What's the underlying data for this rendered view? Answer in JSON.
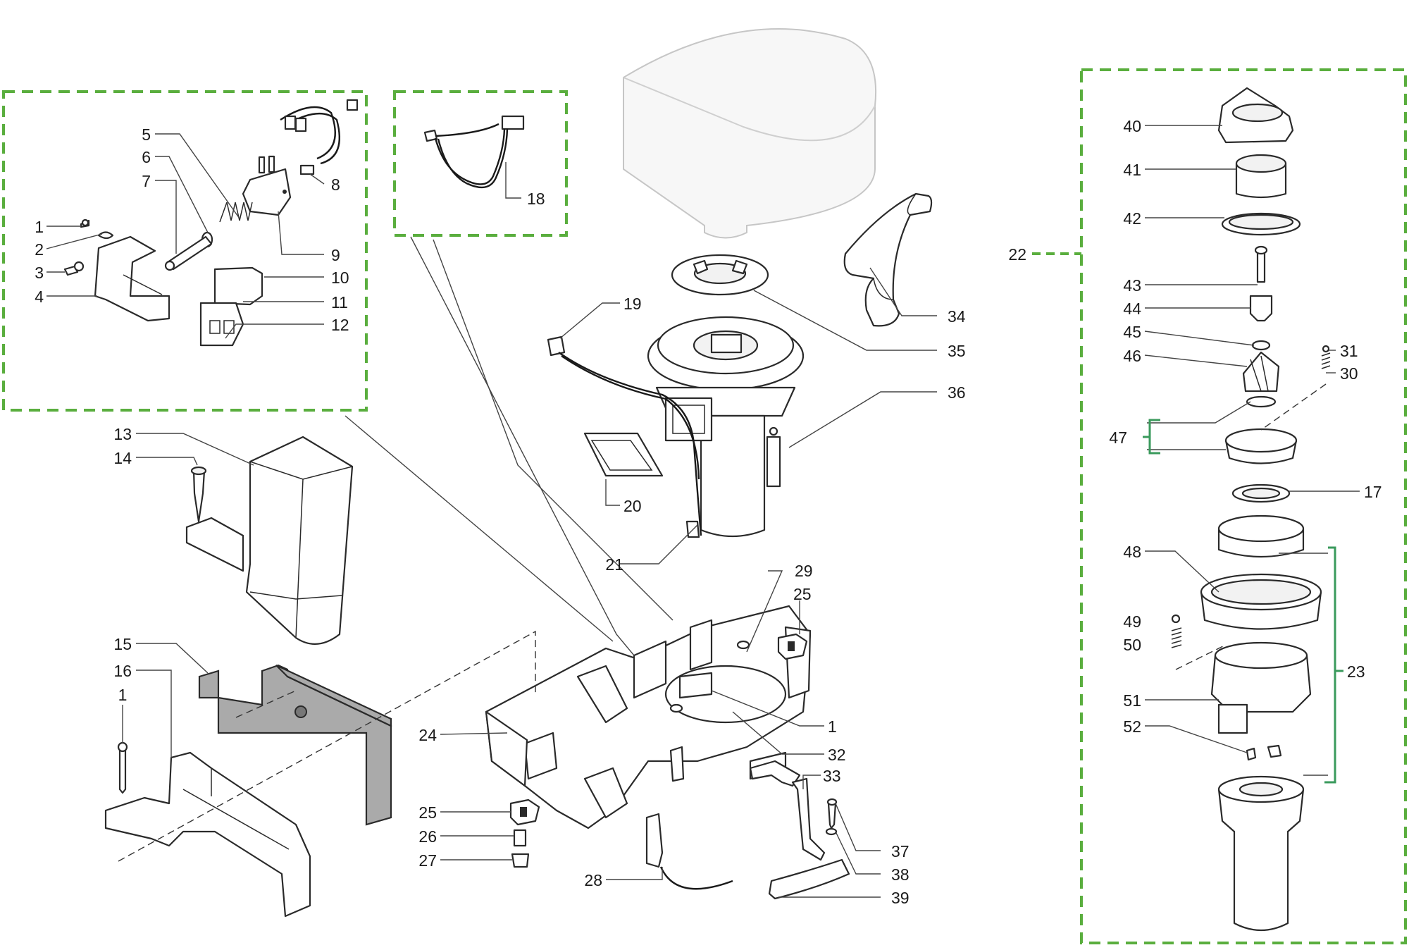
{
  "diagram": {
    "type": "exploded-parts-view",
    "accent_color": "#5aae3e",
    "bracket_color": "#3a9a5c",
    "part_labels": {
      "l1a": "1",
      "l2": "2",
      "l3": "3",
      "l4": "4",
      "l5": "5",
      "l6": "6",
      "l7": "7",
      "l8": "8",
      "l9": "9",
      "l10": "10",
      "l11": "11",
      "l12": "12",
      "l13": "13",
      "l14": "14",
      "l15": "15",
      "l16": "16",
      "l1b": "1",
      "l18": "18",
      "l19": "19",
      "l20": "20",
      "l21": "21",
      "l24": "24",
      "l25a": "25",
      "l25b": "25",
      "l26": "26",
      "l27": "27",
      "l28": "28",
      "l29": "29",
      "l1c": "1",
      "l32": "32",
      "l33": "33",
      "l34": "34",
      "l35": "35",
      "l36": "36",
      "l37": "37",
      "l38": "38",
      "l39": "39",
      "l22": "22",
      "l40": "40",
      "l41": "41",
      "l42": "42",
      "l43": "43",
      "l44": "44",
      "l45": "45",
      "l46": "46",
      "l31": "31",
      "l30": "30",
      "l47": "47",
      "l17": "17",
      "l48": "48",
      "l49": "49",
      "l50": "50",
      "l23": "23",
      "l51": "51",
      "l52": "52"
    }
  }
}
